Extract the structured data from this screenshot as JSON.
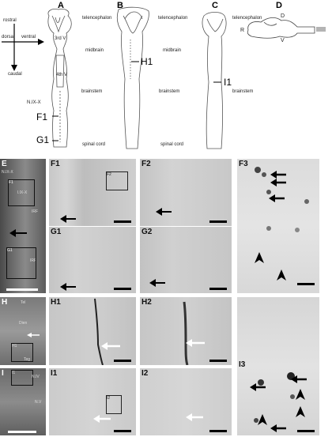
{
  "figure": {
    "top_panels": {
      "A": {
        "letter": "A",
        "telencephalon": "telencephalon",
        "midbrain": "midbrain",
        "brainstem": "brainstem",
        "spinal_cord": "spinal cord",
        "third_v": "3rd V",
        "fourth_v": "4th V",
        "nerve": "N.IX-X",
        "marker1": "F1",
        "marker2": "G1"
      },
      "B": {
        "letter": "B",
        "telencephalon": "telencephalon",
        "midbrain": "midbrain",
        "brainstem": "brainstem",
        "spinal_cord": "spinal cord",
        "marker": "H1"
      },
      "C": {
        "letter": "C",
        "telencephalon": "telencephalon",
        "brainstem": "brainstem",
        "marker": "I1"
      },
      "D": {
        "letter": "D",
        "dorsal": "D",
        "ventral": "V",
        "rostral": "R"
      },
      "compass": {
        "rostral": "rostral",
        "dorsal": "dorsal",
        "ventral": "ventral",
        "caudal": "caudal"
      }
    },
    "photo_panels": {
      "E": {
        "letter": "E",
        "inset1": "F1",
        "inset2": "G1",
        "nerve": "N.IX-X",
        "l1": "l.IX-X",
        "l2": "IRF",
        "l3": "IRF"
      },
      "F1": {
        "letter": "F1",
        "inset": "F2"
      },
      "F2": {
        "letter": "F2"
      },
      "F3": {
        "letter": "F3"
      },
      "G1": {
        "letter": "G1"
      },
      "G2": {
        "letter": "G2"
      },
      "H": {
        "letter": "H",
        "l1": "Tel",
        "l2": "Dien",
        "inset": "H1",
        "l3": "Teg"
      },
      "H1": {
        "letter": "H1"
      },
      "H2": {
        "letter": "H2"
      },
      "I": {
        "letter": "I",
        "inset": "I1",
        "l1": "N.IV",
        "l2": "N.V"
      },
      "I1": {
        "letter": "I1",
        "inset": "I2"
      },
      "I2": {
        "letter": "I2"
      },
      "I3": {
        "letter": "I3"
      }
    }
  }
}
